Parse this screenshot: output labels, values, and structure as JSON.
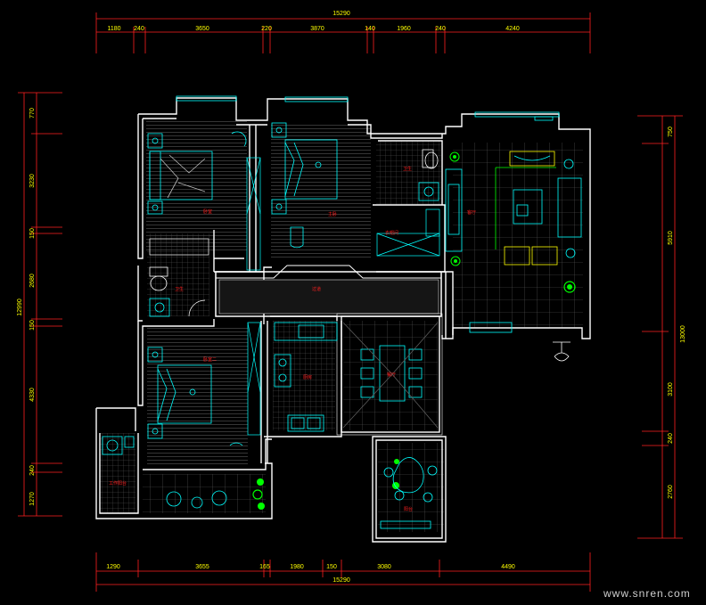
{
  "colors": {
    "background": "#000000",
    "wall": "#ffffff",
    "dimension_line": "#ff2020",
    "dimension_text": "#ffff00",
    "furniture": "#00ffff",
    "plants": "#00ff00",
    "room_label": "#ff2020",
    "floor_grid": "#7a7a7a"
  },
  "dimensions": {
    "top_total": "15290",
    "top_segments": [
      "1180",
      "240",
      "3650",
      "220",
      "3870",
      "140",
      "1960",
      "240",
      "4240"
    ],
    "bottom_total": "15290",
    "bottom_segments": [
      "1290",
      "3655",
      "165",
      "1980",
      "150",
      "3080",
      "4490"
    ],
    "left_total": "12990",
    "left_segments": [
      "770",
      "3230",
      "150",
      "2680",
      "150",
      "4330",
      "240",
      "1270"
    ],
    "right_total": "13000",
    "right_segments": [
      "750",
      "5910",
      "3100",
      "240",
      "2760"
    ]
  },
  "room_labels": {
    "bedroom_1": "卧室",
    "bedroom_2": "主卧",
    "bathroom_1": "卫生",
    "bathroom_2": "卫生",
    "cloakroom": "衣帽间",
    "corridor": "过道",
    "living": "客厅",
    "kitchen": "厨房",
    "dining": "餐厅",
    "bedroom_3": "卧室二",
    "utility": "工作阳台",
    "balcony": "阳台"
  },
  "watermark": "www.snren.com",
  "icons": [
    "bed-icon",
    "toilet-icon",
    "sink-icon",
    "sofa-icon",
    "dining-table-icon",
    "plant-icon",
    "stove-icon",
    "washing-machine-icon"
  ]
}
